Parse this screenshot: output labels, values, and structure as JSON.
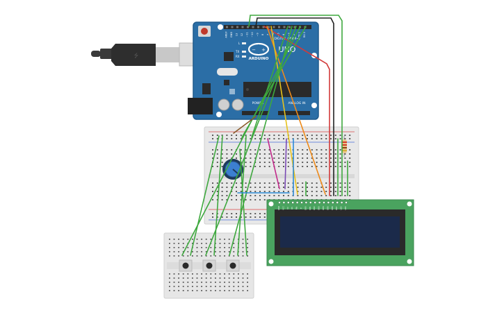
{
  "board": {
    "brand": "ARDUINO",
    "model": "UNO",
    "digital_header_label": "DIGITAL (PWM~)",
    "power_label": "POWER",
    "analog_label": "ANALOG IN",
    "pin_labels_top": [
      "AREF",
      "GND",
      "13",
      "12",
      "~11",
      "~10",
      "~9",
      "8",
      "7",
      "~6",
      "~5",
      "4",
      "~3",
      "2",
      "TX 1",
      "RX 0"
    ],
    "indicator_labels": [
      "L",
      "TX",
      "RX"
    ],
    "colors": {
      "board": "#2b6ea6",
      "board_edge": "#1f5a8c",
      "silk": "#ffffff"
    }
  },
  "breadboards": {
    "main": {
      "colors": {
        "body": "#e8e8e8",
        "rail_red": "#d94a4a",
        "rail_blue": "#4a6fd9"
      }
    },
    "small": {
      "colors": {
        "body": "#e6e6e6"
      }
    }
  },
  "lcd": {
    "pin_labels": [
      "GND",
      "VCC",
      "V0",
      "RS",
      "RW",
      "E",
      "DB0",
      "DB1",
      "DB2",
      "DB3",
      "DB4",
      "DB5",
      "DB6",
      "DB7",
      "LED",
      "LED"
    ],
    "colors": {
      "pcb": "#4aa35f",
      "screen": "#1b2a4a",
      "bezel": "#2a2a2a"
    }
  },
  "potentiometer": {
    "colors": {
      "knob": "#3c7fd0",
      "ring": "#1e3a5c"
    }
  },
  "resistor": {
    "colors": {
      "body": "#e8c48a",
      "bands": [
        "#d43c2c",
        "#d43c2c",
        "#8b4513",
        "#d4af37"
      ]
    }
  },
  "buttons": {
    "count": 3
  },
  "usb_cable": {
    "colors": {
      "plug": "#3a3a3a",
      "metal": "#c8c8c8"
    }
  },
  "wire_colors": {
    "green": "#3ea83e",
    "black": "#222222",
    "red": "#d23a3a",
    "orange": "#ee8a1a",
    "yellow": "#e6c21c",
    "magenta": "#c2288a",
    "blue": "#2c8ad6",
    "brown": "#8a5a2a",
    "purple": "#7a4ab4"
  }
}
